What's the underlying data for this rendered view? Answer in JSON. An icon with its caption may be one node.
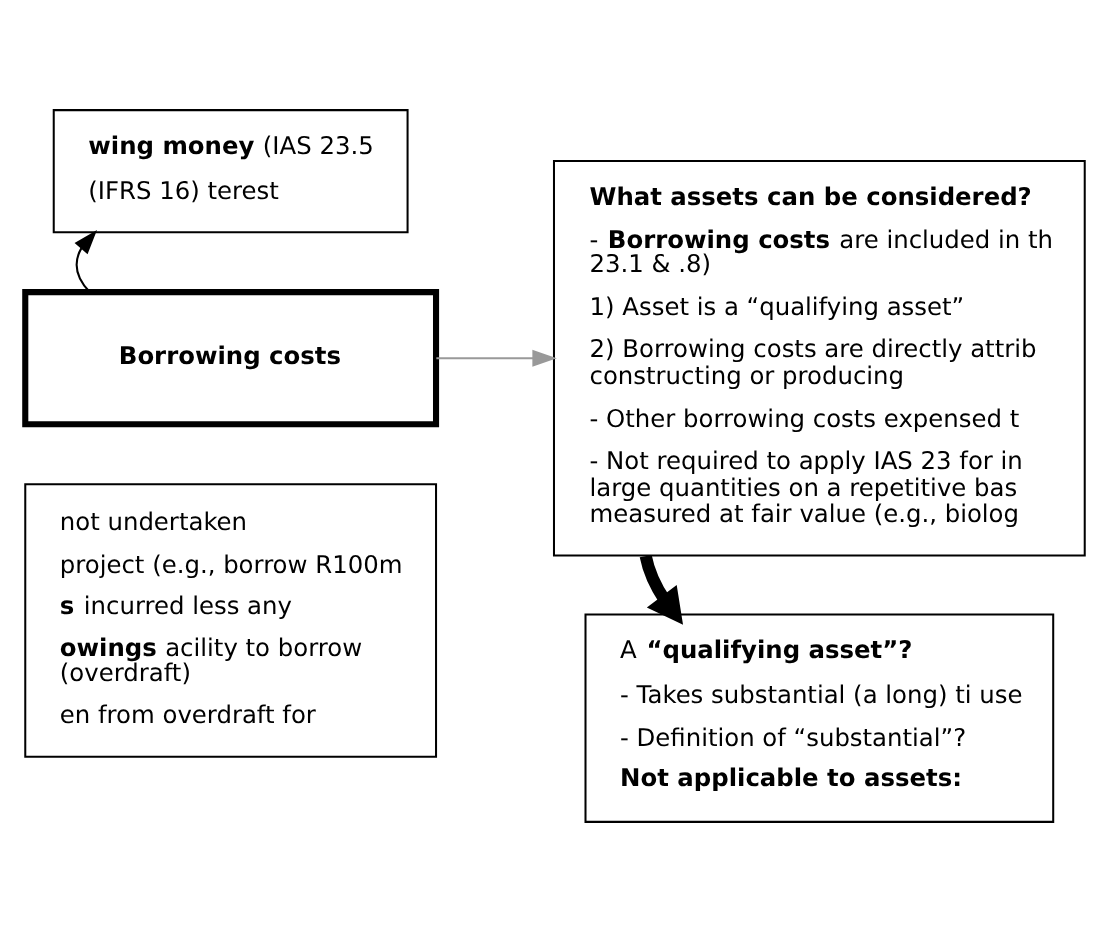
{
  "diagram": {
    "nodes": [
      {
        "text": [
          "**wing money** (IAS 23.5",
          "(IFRS 16) terest"
        ]
      },
      {
        "text": [
          "Borrowing costs"
        ]
      },
      {
        "text": [
          "What assets can be considered?",
          "- **Borrowing costs** are included in th 23.1 & .8)",
          "1) Asset is a “qualifying asset”",
          "2) Borrowing costs are directly attrib constructing or producing",
          "- Other borrowing costs expensed t",
          "- Not required to apply IAS 23 for in large quantities on a repetitive bas measured at fair value (e.g., biolog"
        ]
      },
      {
        "text": [
          "not undertaken",
          "project (e.g., borrow R100m",
          "**s** incurred less any",
          "**owings** acility to borrow (overdraft)",
          "en from overdraft for"
        ]
      },
      {
        "text": [
          "A **“qualifying asset”?**",
          "- Takes substantial (a long) ti use",
          "- Definition of “substantial”?",
          "**Not applicable to assets:**"
        ]
      }
    ],
    "edges": [
      {
        "from": 1,
        "to": 0,
        "arrow": "to"
      },
      {
        "from": 1,
        "to": 2,
        "arrow": "to",
        "color": "#999999"
      },
      {
        "from": 2,
        "to": 4,
        "arrow": "to",
        "style": "thick"
      }
    ]
  }
}
